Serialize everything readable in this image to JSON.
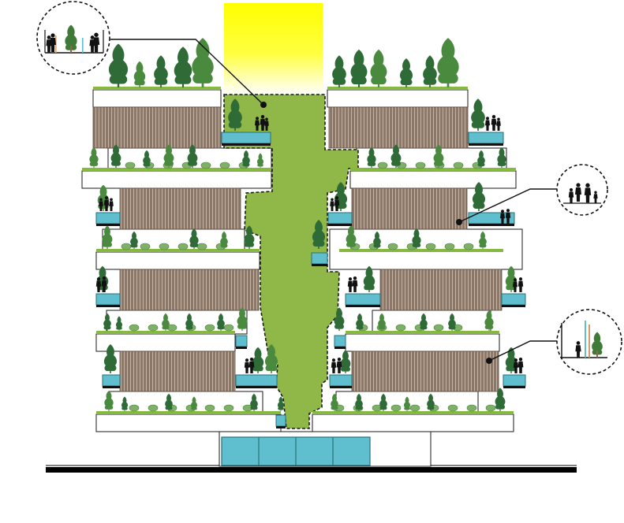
{
  "diagram": {
    "kind": "architectural-section",
    "colors": {
      "sky_top": "#ffff00",
      "sky_bottom": "#ffffff",
      "void_green": "#8fb848",
      "void_outline": "#1a1a1a",
      "slab": "#ffffff",
      "slab_outline": "#1a1a1a",
      "timber": "#8c7868",
      "timber_line": "#c9b9a6",
      "glass": "#5fbfcf",
      "glass_outline": "#2a6f7a",
      "foliage_dark": "#2f6b37",
      "foliage_mid": "#4a8a3f",
      "shrub": "#7fb06a",
      "grass": "#86b93f",
      "people": "#111111",
      "ground": "#000000"
    },
    "callouts": [
      {
        "id": "callout-top-left",
        "icon": "people-and-tree-icon"
      },
      {
        "id": "callout-right-middle",
        "icon": "family-icon"
      },
      {
        "id": "callout-right-lower",
        "icon": "person-and-tree-icon"
      }
    ]
  }
}
